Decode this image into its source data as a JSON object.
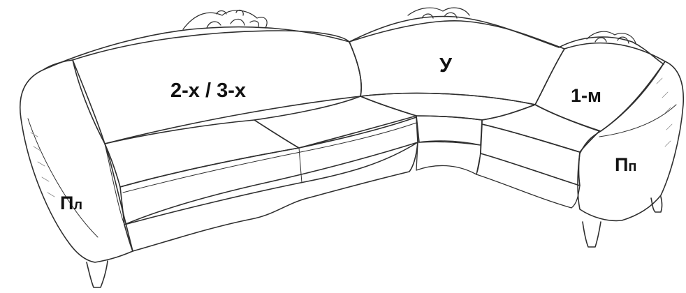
{
  "labels": {
    "section_2_3": "2-х / 3-х",
    "corner": "У",
    "section_1": "1-м",
    "arm_right_main": "П",
    "arm_right_sub": "п",
    "arm_left_main": "П",
    "arm_left_sub": "л"
  },
  "colors": {
    "line": "#2f2f2f",
    "background": "#ffffff"
  }
}
